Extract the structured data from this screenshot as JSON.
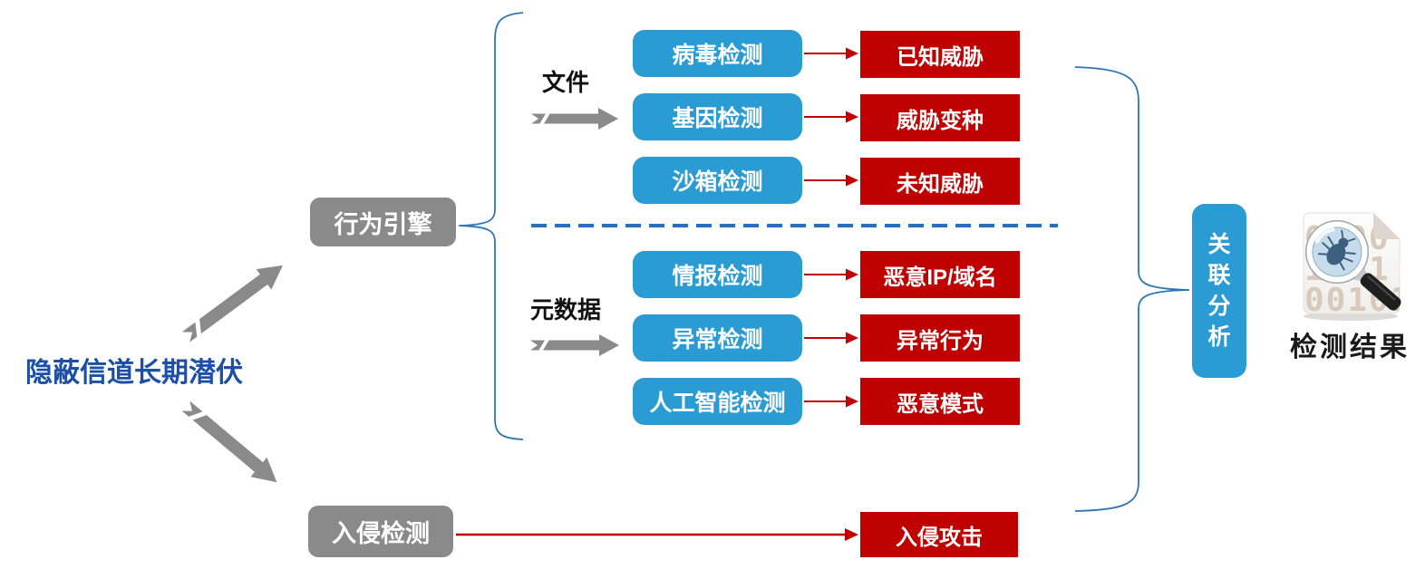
{
  "source": {
    "label": "隐蔽信道长期潜伏"
  },
  "flow": {
    "behavior_engine": "行为引擎",
    "intrusion_engine": "入侵检测"
  },
  "groups": [
    {
      "input_label": "文件",
      "rows": [
        {
          "detector": "病毒检测",
          "result": "已知威胁"
        },
        {
          "detector": "基因检测",
          "result": "威胁变种"
        },
        {
          "detector": "沙箱检测",
          "result": "未知威胁"
        }
      ]
    },
    {
      "input_label": "元数据",
      "rows": [
        {
          "detector": "情报检测",
          "result": "恶意IP/域名"
        },
        {
          "detector": "异常检测",
          "result": "异常行为"
        },
        {
          "detector": "人工智能检测",
          "result": "恶意模式"
        }
      ]
    }
  ],
  "intrusion": {
    "result": "入侵攻击"
  },
  "analysis": {
    "label": "关联分析",
    "chars": [
      "关",
      "联",
      "分",
      "析"
    ]
  },
  "output": {
    "label": "检测结果",
    "icon": "bug-magnifier-document-icon",
    "digits": [
      "0100",
      "1101",
      "00101"
    ]
  },
  "colors": {
    "detector_blue": "#2B9BD3",
    "result_red": "#C00101",
    "engine_gray": "#8A8A8A",
    "brace_blue": "#2E75B6",
    "dashed_blue": "#2272C4",
    "source_text_blue": "#1C50A8"
  }
}
